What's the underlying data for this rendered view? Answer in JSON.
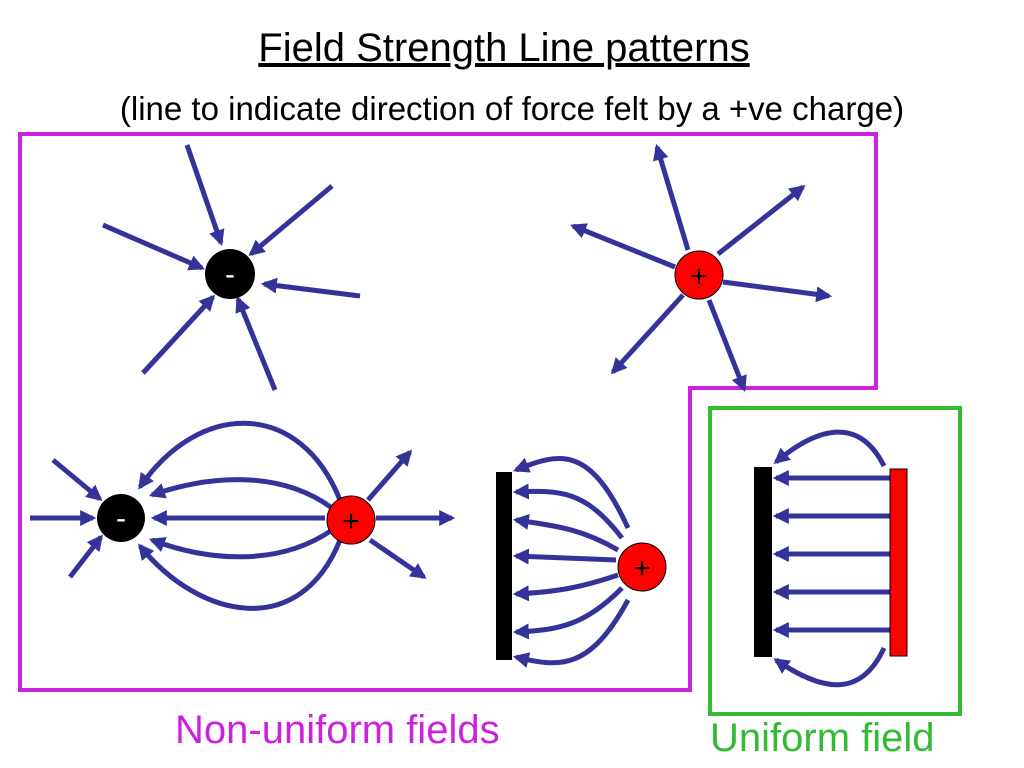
{
  "header": {
    "title": "Field Strength Line patterns",
    "subtitle": "(line to indicate direction of force felt by a +ve charge)"
  },
  "charges": {
    "negative_symbol": "-",
    "positive_symbol": "+"
  },
  "captions": {
    "non_uniform": "Non-uniform fields",
    "uniform": "Uniform field"
  },
  "colors": {
    "field_line": "#333399",
    "negative_charge": "#000000",
    "positive_charge": "#ff0000",
    "non_uniform_border": "#cc22dd",
    "uniform_border": "#33bb33",
    "negative_plate": "#000000",
    "positive_plate": "#ff0000"
  }
}
